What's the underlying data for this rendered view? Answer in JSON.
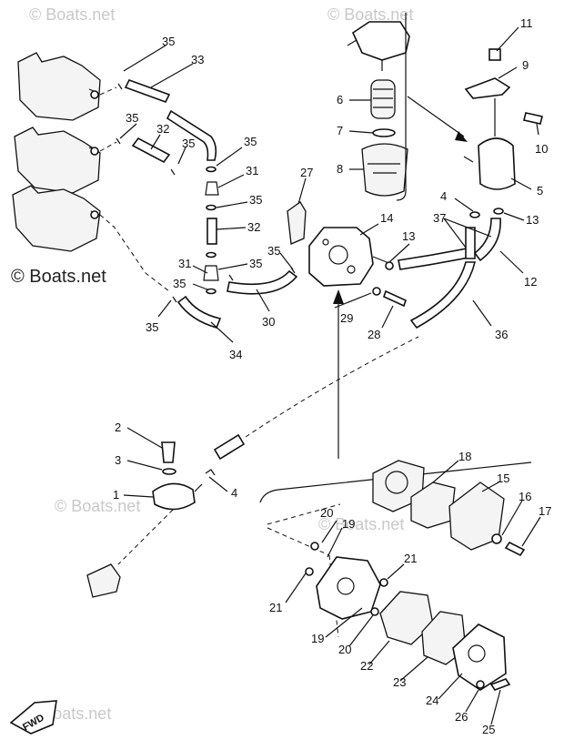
{
  "watermark": {
    "main": "© Boats.net",
    "repeat": "© Boats.net"
  },
  "labels": {
    "n1": "1",
    "n2": "2",
    "n3": "3",
    "n4a": "4",
    "n4b": "4",
    "n5": "5",
    "n6": "6",
    "n7": "7",
    "n8": "8",
    "n9": "9",
    "n10": "10",
    "n11": "11",
    "n12": "12",
    "n13a": "13",
    "n13b": "13",
    "n14": "14",
    "n15": "15",
    "n16": "16",
    "n17": "17",
    "n18": "18",
    "n19a": "19",
    "n19b": "19",
    "n20a": "20",
    "n20b": "20",
    "n21a": "21",
    "n21b": "21",
    "n22": "22",
    "n23": "23",
    "n24": "24",
    "n25": "25",
    "n26": "26",
    "n27": "27",
    "n28": "28",
    "n29": "29",
    "n30": "30",
    "n31a": "31",
    "n31b": "31",
    "n32a": "32",
    "n32b": "32",
    "n33": "33",
    "n34": "34",
    "n35a": "35",
    "n35b": "35",
    "n35c": "35",
    "n35d": "35",
    "n35e": "35",
    "n35f": "35",
    "n35g": "35",
    "n35h": "35",
    "n35i": "35",
    "n36": "36",
    "n37": "37"
  },
  "fwd_label": "FWD"
}
